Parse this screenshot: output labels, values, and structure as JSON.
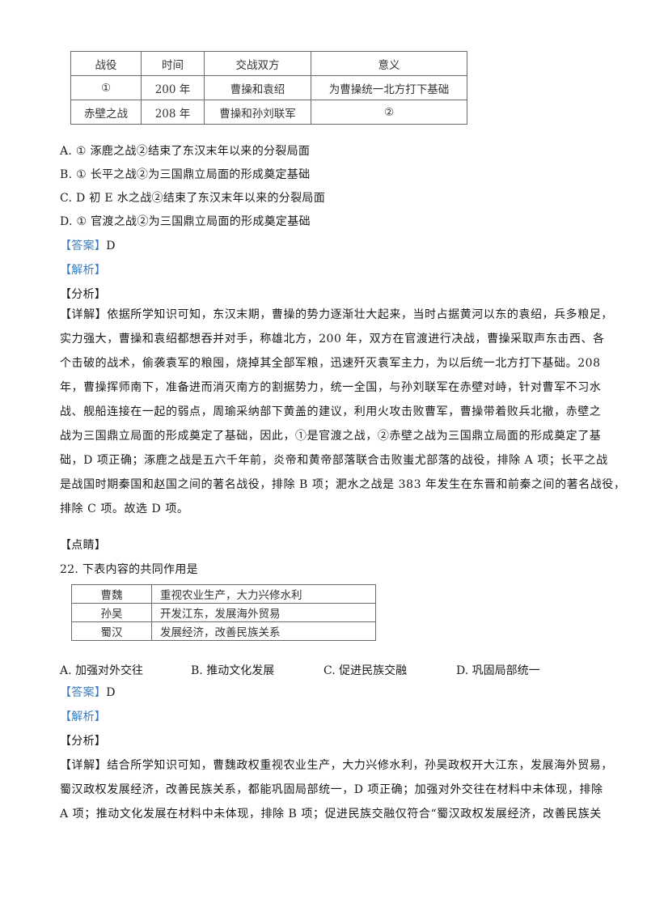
{
  "q21": {
    "table": {
      "headers": [
        "战役",
        "时间",
        "交战双方",
        "意义"
      ],
      "rows": [
        [
          "①",
          "200 年",
          "曹操和袁绍",
          "为曹操统一北方打下基础"
        ],
        [
          "赤壁之战",
          "208 年",
          "曹操和孙刘联军",
          "②"
        ]
      ]
    },
    "options": [
      "A. ① 涿鹿之战②结束了东汉末年以来的分裂局面",
      "B. ① 长平之战②为三国鼎立局面的形成奠定基础",
      "C. D 初 E 水之战②结束了东汉末年以来的分裂局面",
      "D. ① 官渡之战②为三国鼎立局面的形成奠定基础"
    ],
    "answer_label": "【答案】",
    "answer_value": "D",
    "analysis_label": "【解析】",
    "fenxi_label": "【分析】",
    "detail_label": "【详解】",
    "detail_lines": [
      "依据所学知识可知，东汉末期，曹操的势力逐渐壮大起来，当时占据黄河以东的袁绍，兵多粮足，",
      "实力强大，曹操和袁绍都想吞并对手，称雄北方，200 年，双方在官渡进行决战，曹操采取声东击西、各",
      "个击破的战术，偷袭袁军的粮囤，烧掉其全部军粮，迅速歼灭袁军主力，为以后统一北方打下基础。208",
      "年，曹操挥师南下，准备进而消灭南方的割据势力，统一全国，与孙刘联军在赤壁对峙，针对曹军不习水",
      "战、舰船连接在一起的弱点，周瑜采纳部下黄盖的建议，利用火攻击败曹军，曹操带着败兵北撤，赤壁之",
      "战为三国鼎立局面的形成奠定了基础，因此，①是官渡之战，②赤壁之战为三国鼎立局面的形成奠定了基",
      "础，D 项正确；涿鹿之战是五六千年前，炎帝和黄帝部落联合击败蚩尤部落的战役，排除 A 项；长平之战",
      "是战国时期秦国和赵国之间的著名战役，排除 B 项；淝水之战是 383 年发生在东晋和前秦之间的著名战役，",
      "排除 C 项。故选 D 项。"
    ],
    "dianjing_label": "【点睛】"
  },
  "q22": {
    "stem": "22. 下表内容的共同作用是",
    "table": {
      "rows": [
        [
          "曹魏",
          "重视农业生产，大力兴修水利"
        ],
        [
          "孙吴",
          "开发江东，发展海外贸易"
        ],
        [
          "蜀汉",
          "发展经济，改善民族关系"
        ]
      ]
    },
    "options": [
      "A. 加强对外交往",
      "B. 推动文化发展",
      "C. 促进民族交融",
      "D. 巩固局部统一"
    ],
    "answer_label": "【答案】",
    "answer_value": "D",
    "analysis_label": "【解析】",
    "fenxi_label": "【分析】",
    "detail_label": "【详解】",
    "detail_lines": [
      "结合所学知识可知，曹魏政权重视农业生产，大力兴修水利，孙吴政权开大江东，发展海外贸易，",
      "蜀汉政权发展经济，改善民族关系，都能巩固局部统一，D 项正确；加强对外交往在材料中未体现，排除",
      "A 项；推动文化发展在材料中未体现，排除 B 项；促进民族交融仅符合“蜀汉政权发展经济，改善民族关"
    ]
  }
}
